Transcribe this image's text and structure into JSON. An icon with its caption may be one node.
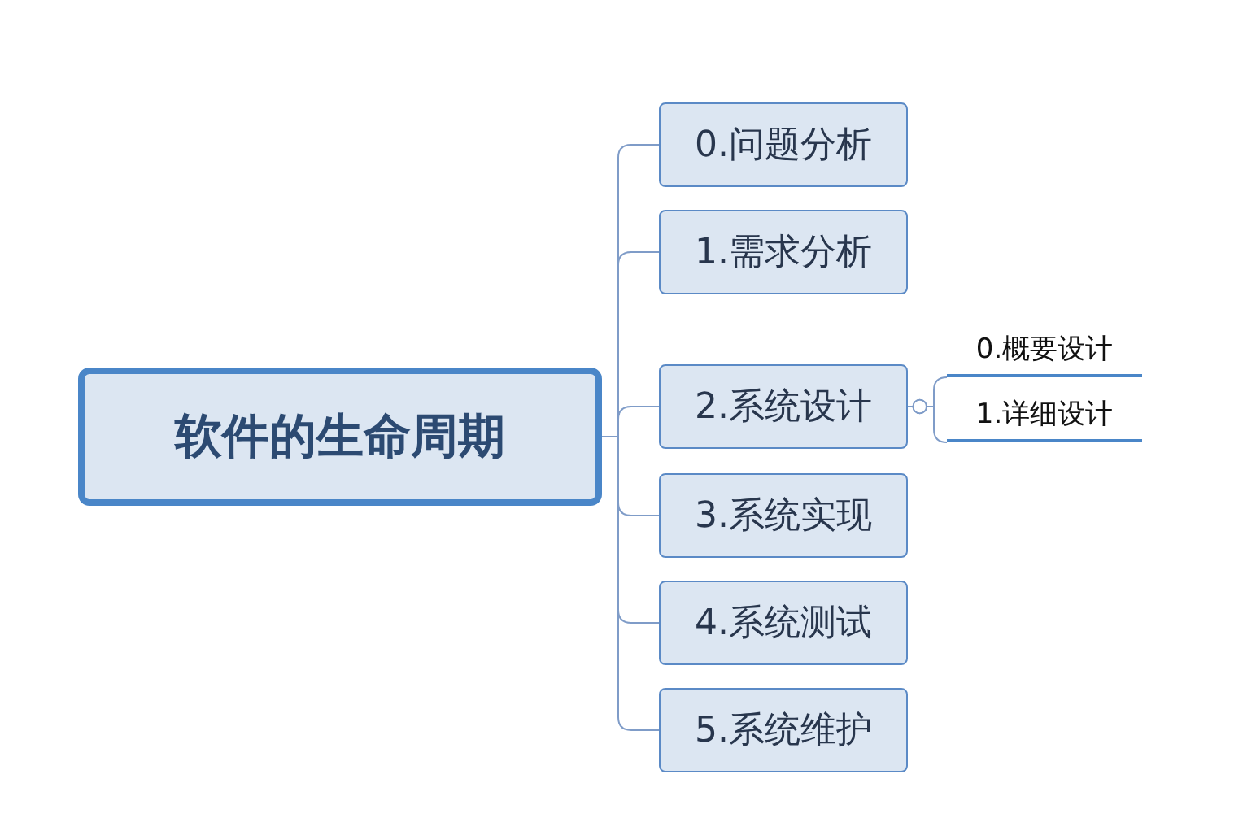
{
  "diagram": {
    "nodes": [
      {
        "text": [
          "软件的生命周期"
        ]
      },
      {
        "text": [
          "0.问题分析"
        ]
      },
      {
        "text": [
          "1.需求分析"
        ]
      },
      {
        "text": [
          "2.系统设计"
        ]
      },
      {
        "text": [
          "3.系统实现"
        ]
      },
      {
        "text": [
          "4.系统测试"
        ]
      },
      {
        "text": [
          "5.系统维护"
        ]
      },
      {
        "text": [
          "0.概要设计"
        ]
      },
      {
        "text": [
          "1.详细设计"
        ]
      }
    ],
    "edges": [
      {
        "from": 0,
        "to": 1,
        "arrow": "none"
      },
      {
        "from": 0,
        "to": 2,
        "arrow": "none"
      },
      {
        "from": 0,
        "to": 3,
        "arrow": "none"
      },
      {
        "from": 0,
        "to": 4,
        "arrow": "none"
      },
      {
        "from": 0,
        "to": 5,
        "arrow": "none"
      },
      {
        "from": 0,
        "to": 6,
        "arrow": "none"
      },
      {
        "from": 3,
        "to": 7,
        "arrow": "other"
      },
      {
        "from": 3,
        "to": 8,
        "arrow": "other"
      }
    ]
  }
}
